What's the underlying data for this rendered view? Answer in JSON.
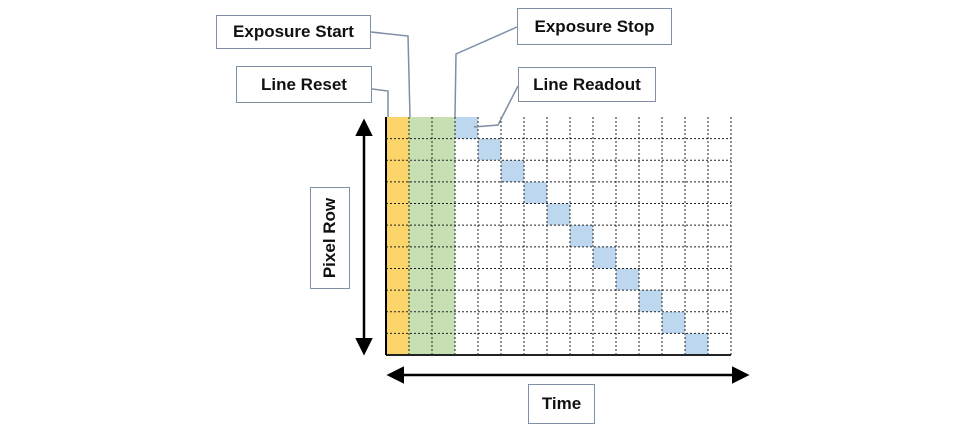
{
  "labels": {
    "exposure_start": "Exposure Start",
    "exposure_stop": "Exposure Stop",
    "line_reset": "Line Reset",
    "line_readout": "Line Readout",
    "y_axis": "Pixel Row",
    "x_axis": "Time"
  },
  "grid": {
    "rows": 11,
    "columns": 15,
    "readout_cells": [
      {
        "row": 0,
        "col": 3
      },
      {
        "row": 1,
        "col": 4
      },
      {
        "row": 2,
        "col": 5
      },
      {
        "row": 3,
        "col": 6
      },
      {
        "row": 4,
        "col": 7
      },
      {
        "row": 5,
        "col": 8
      },
      {
        "row": 6,
        "col": 9
      },
      {
        "row": 7,
        "col": 10
      },
      {
        "row": 8,
        "col": 11
      },
      {
        "row": 9,
        "col": 12
      },
      {
        "row": 10,
        "col": 13
      }
    ]
  },
  "colors": {
    "reset": "#fbd46a",
    "exposure": "#c6e0b4",
    "readout": "#bdd7ee",
    "grid_line": "#222222",
    "box_border": "#7f8fa6",
    "leader_line": "#7f8fa6"
  }
}
